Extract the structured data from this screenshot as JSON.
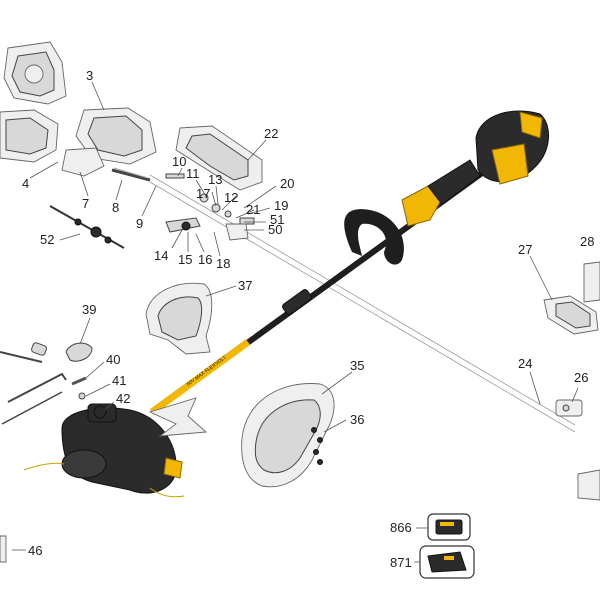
{
  "diagram": {
    "callouts": [
      "3",
      "4",
      "7",
      "8",
      "9",
      "10",
      "11",
      "12",
      "13",
      "14",
      "15",
      "16",
      "17",
      "18",
      "19",
      "20",
      "21",
      "22",
      "24",
      "26",
      "27",
      "28",
      "35",
      "36",
      "37",
      "39",
      "40",
      "41",
      "42",
      "46",
      "50",
      "51",
      "52",
      "866",
      "871"
    ],
    "shaft_text": "60V MAX FLEXVOLT"
  },
  "colors": {
    "accent": "#f2b705",
    "body": "#2b2b2b",
    "line": "#555555"
  },
  "icons": [
    "battery-icon",
    "charger-icon"
  ]
}
